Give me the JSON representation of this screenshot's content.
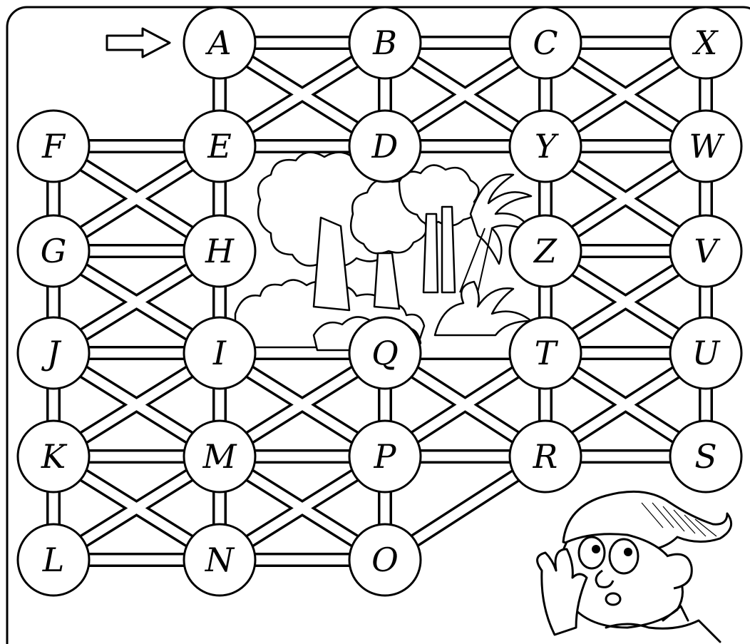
{
  "puzzle": {
    "type": "letter-path maze",
    "start_arrow_icon": "right-arrow-icon",
    "start_node": "A",
    "nodes": [
      {
        "id": "A",
        "label": "A"
      },
      {
        "id": "B",
        "label": "B"
      },
      {
        "id": "C",
        "label": "C"
      },
      {
        "id": "X",
        "label": "X"
      },
      {
        "id": "F",
        "label": "F"
      },
      {
        "id": "E",
        "label": "E"
      },
      {
        "id": "D",
        "label": "D"
      },
      {
        "id": "Y",
        "label": "Y"
      },
      {
        "id": "W",
        "label": "W"
      },
      {
        "id": "G",
        "label": "G"
      },
      {
        "id": "H",
        "label": "H"
      },
      {
        "id": "Z",
        "label": "Z"
      },
      {
        "id": "V",
        "label": "V"
      },
      {
        "id": "J",
        "label": "J"
      },
      {
        "id": "I",
        "label": "I"
      },
      {
        "id": "Q",
        "label": "Q"
      },
      {
        "id": "T",
        "label": "T"
      },
      {
        "id": "U",
        "label": "U"
      },
      {
        "id": "K",
        "label": "K"
      },
      {
        "id": "M",
        "label": "M"
      },
      {
        "id": "P",
        "label": "P"
      },
      {
        "id": "R",
        "label": "R"
      },
      {
        "id": "S",
        "label": "S"
      },
      {
        "id": "L",
        "label": "L"
      },
      {
        "id": "N",
        "label": "N"
      },
      {
        "id": "O",
        "label": "O"
      }
    ],
    "connections": [
      [
        "A",
        "B"
      ],
      [
        "B",
        "C"
      ],
      [
        "C",
        "X"
      ],
      [
        "F",
        "E"
      ],
      [
        "E",
        "D"
      ],
      [
        "D",
        "Y"
      ],
      [
        "Y",
        "W"
      ],
      [
        "G",
        "H"
      ],
      [
        "Z",
        "V"
      ],
      [
        "J",
        "I"
      ],
      [
        "I",
        "Q"
      ],
      [
        "Q",
        "T"
      ],
      [
        "T",
        "U"
      ],
      [
        "K",
        "M"
      ],
      [
        "M",
        "P"
      ],
      [
        "P",
        "R"
      ],
      [
        "R",
        "S"
      ],
      [
        "L",
        "N"
      ],
      [
        "N",
        "O"
      ],
      [
        "A",
        "E"
      ],
      [
        "B",
        "D"
      ],
      [
        "C",
        "Y"
      ],
      [
        "X",
        "W"
      ],
      [
        "F",
        "G"
      ],
      [
        "G",
        "J"
      ],
      [
        "J",
        "K"
      ],
      [
        "K",
        "L"
      ],
      [
        "E",
        "H"
      ],
      [
        "H",
        "I"
      ],
      [
        "I",
        "M"
      ],
      [
        "M",
        "N"
      ],
      [
        "Y",
        "Z"
      ],
      [
        "Z",
        "T"
      ],
      [
        "T",
        "R"
      ],
      [
        "W",
        "V"
      ],
      [
        "V",
        "U"
      ],
      [
        "U",
        "S"
      ],
      [
        "Q",
        "P"
      ],
      [
        "P",
        "O"
      ],
      [
        "A",
        "D"
      ],
      [
        "B",
        "E"
      ],
      [
        "B",
        "Y"
      ],
      [
        "C",
        "D"
      ],
      [
        "C",
        "W"
      ],
      [
        "X",
        "Y"
      ],
      [
        "F",
        "H"
      ],
      [
        "E",
        "G"
      ],
      [
        "G",
        "I"
      ],
      [
        "H",
        "J"
      ],
      [
        "J",
        "M"
      ],
      [
        "I",
        "K"
      ],
      [
        "I",
        "P"
      ],
      [
        "Q",
        "M"
      ],
      [
        "K",
        "N"
      ],
      [
        "M",
        "L"
      ],
      [
        "M",
        "O"
      ],
      [
        "P",
        "N"
      ],
      [
        "Y",
        "V"
      ],
      [
        "W",
        "Z"
      ],
      [
        "Z",
        "U"
      ],
      [
        "V",
        "T"
      ],
      [
        "Q",
        "R"
      ],
      [
        "T",
        "P"
      ],
      [
        "T",
        "S"
      ],
      [
        "U",
        "R"
      ],
      [
        "R",
        "O"
      ]
    ]
  },
  "illustrations": {
    "scene": "jungle-trees-illustration",
    "character": "listening-boy-illustration"
  }
}
